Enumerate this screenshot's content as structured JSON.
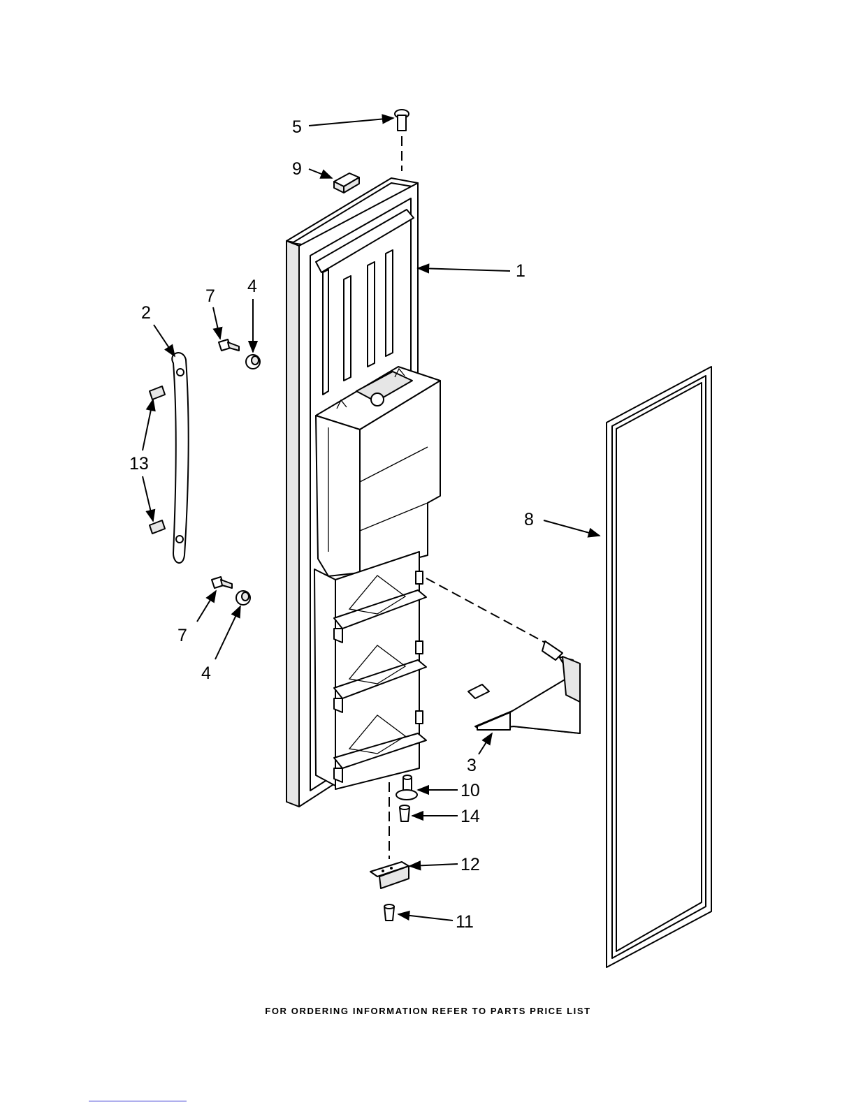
{
  "callouts": {
    "c1": "1",
    "c2": "2",
    "c3": "3",
    "c4a": "4",
    "c4b": "4",
    "c5": "5",
    "c7a": "7",
    "c7b": "7",
    "c8": "8",
    "c9": "9",
    "c10": "10",
    "c11": "11",
    "c12": "12",
    "c13": "13",
    "c14": "14"
  },
  "footer": "FOR ORDERING INFORMATION REFER TO PARTS PRICE LIST"
}
